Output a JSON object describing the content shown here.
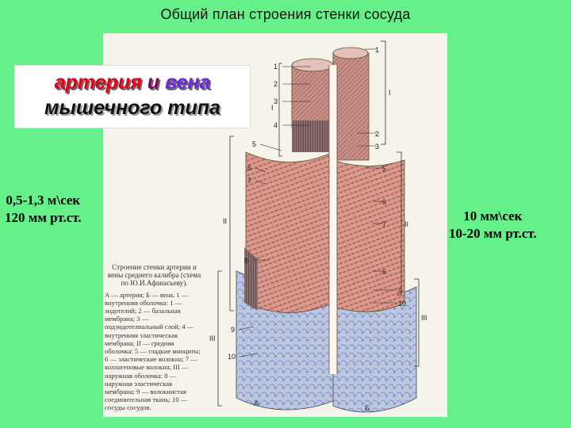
{
  "title": "Общий план строения стенки сосуда",
  "vessel_type": {
    "artery": "артерия",
    "conjunction": "и",
    "vein": "вена",
    "muscle_type": "мышечного типа"
  },
  "artery_stats": {
    "speed": "0,5-1,3 м\\сек",
    "pressure": "120 мм рт.ст."
  },
  "vein_stats": {
    "speed": "10 мм\\сек",
    "pressure": "10-20 мм рт.ст."
  },
  "figure": {
    "caption_title": "Строение стенки артерии и вены среднего калибра (схема по Ю.И.Афанасьеву).",
    "caption_body": "А — артерия; Б — вена. 1 — внутренняя оболочка: 1 — эндотелий; 2 — базальная мембрана; 3 — подэндотелиальный слой; 4 — внутренняя эластическая мембрана; II — средняя оболочка: 5 — гладкие миоциты; 6 — эластические волокна; 7 — коллагеновые волокна; III — наружная оболочка: 8 — наружная эластическая мембрана; 9 — волокнистая соединительная ткань; 10 — сосуды сосудов.",
    "label_a": "А",
    "label_b": "Б",
    "labels_artery": [
      "1",
      "2",
      "3",
      "4",
      "5",
      "6",
      "7",
      "8",
      "9",
      "10"
    ],
    "labels_vein": [
      "1",
      "2",
      "3",
      "5",
      "6",
      "7",
      "6",
      "9",
      "10"
    ],
    "roman_artery": [
      "I",
      "II",
      "III"
    ],
    "roman_vein": [
      "I",
      "II",
      "III"
    ]
  }
}
